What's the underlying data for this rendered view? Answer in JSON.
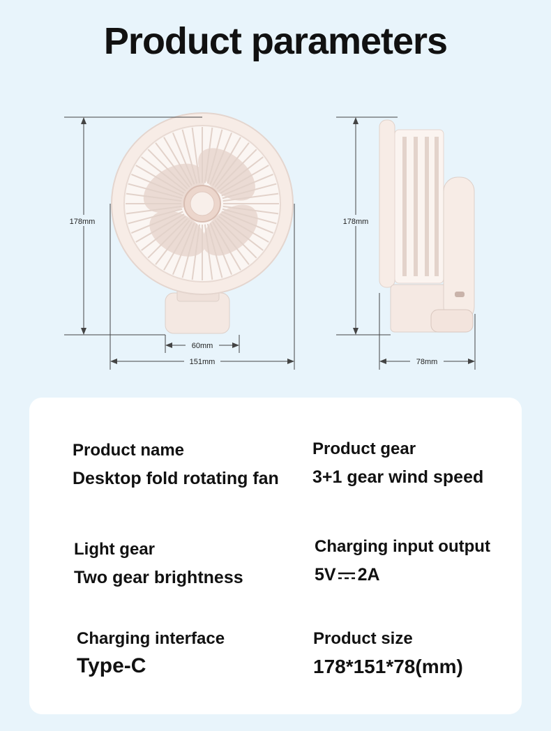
{
  "title": "Product parameters",
  "dimensions": {
    "height_front": "178mm",
    "height_side": "178mm",
    "base_width": "60mm",
    "total_width": "151mm",
    "depth": "78mm"
  },
  "params": [
    {
      "label": "Product name",
      "value": "Desktop fold rotating fan"
    },
    {
      "label": "Product gear",
      "value": "3+1 gear wind speed"
    },
    {
      "label": "Light gear",
      "value": "Two gear brightness"
    },
    {
      "label": "Charging input output",
      "value_prefix": "5V",
      "value_suffix": "2A"
    },
    {
      "label": "Charging interface",
      "value": "Type-C"
    },
    {
      "label": "Product size",
      "value": "178*151*78(mm)"
    }
  ],
  "colors": {
    "background": "#e8f4fb",
    "card": "#ffffff",
    "fan_body": "#f7ece6",
    "fan_accent": "#e8cfc4"
  }
}
